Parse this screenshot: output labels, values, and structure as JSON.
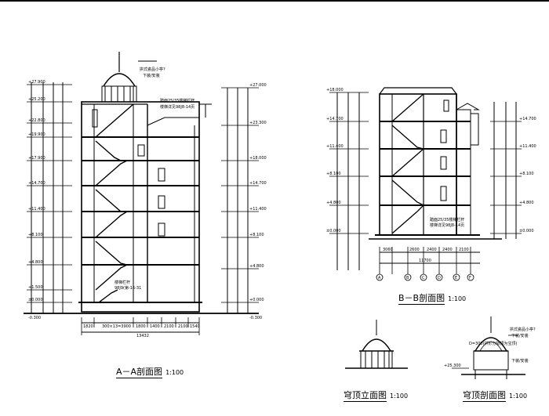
{
  "drawing": {
    "section_aa": {
      "title": "A－A剖面图",
      "scale": "1:100",
      "dome_note_1": "拱式瓷品小亭?",
      "dome_note_2": "下装/安装",
      "stair_note_1": "踏面25/35楼梯栏杆",
      "stair_note_2": "楼梯详见98J8-14页",
      "stair_note_3": "楼梯栏杆",
      "stair_note_4": "98J9(第-16-31",
      "left_levels": [
        "+27.900",
        "+25.200",
        "+22.800",
        "+19.900",
        "+17.900",
        "+14.700",
        "+11.400",
        "+8.100",
        "+4.800",
        "+1.500",
        "±0.000",
        "-0.300"
      ],
      "right_levels": [
        "+27.000",
        "+23.300",
        "+18.000",
        "+14.700",
        "+11.400",
        "+8.100",
        "+4.800",
        "+0.000",
        "-0.300"
      ],
      "bottom_dims": [
        "1820",
        "300×13=3900",
        "1800",
        "1400",
        "2100",
        "2100",
        "1540"
      ],
      "total_dim": "13432"
    },
    "section_bb": {
      "title": "B－B剖面图",
      "scale": "1:100",
      "levels": [
        "+18.000",
        "+14.700",
        "+11.400",
        "+8.100",
        "+4.800",
        "±0.000"
      ],
      "right_levels": [
        "+14.700",
        "+11.400",
        "+8.100",
        "+4.800",
        "±0.000"
      ],
      "stair_note_1": "踏面25/35楼梯栏杆",
      "stair_note_2": "楼梯详见98J8-14页",
      "bottom_dims": [
        "3060",
        "2600",
        "2400",
        "2400",
        "2100"
      ],
      "total_dim": "11700",
      "axis_labels": [
        "A",
        "B",
        "C",
        "D",
        "E",
        "F"
      ]
    },
    "dome_elevation": {
      "title": "穹顶立面图",
      "scale": "1:100"
    },
    "dome_section": {
      "title": "穹顶剖面图",
      "scale": "1:100",
      "note_1": "拱式瓷品小亭?",
      "note_2": "下装/安装",
      "note_3": "D=300(拱形分隔顶为宝顶)",
      "note_4": "下装/安装",
      "level": "+25.300"
    }
  }
}
